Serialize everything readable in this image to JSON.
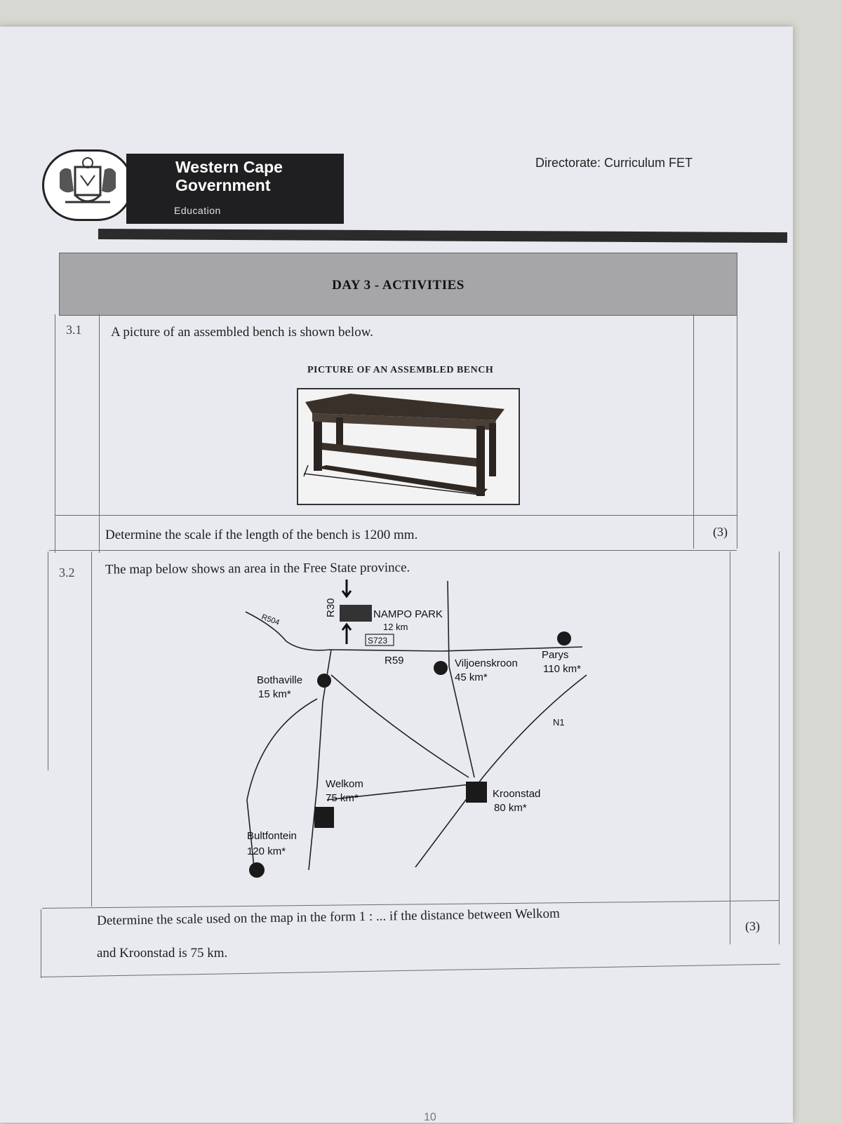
{
  "header": {
    "org_line1": "Western Cape",
    "org_line2": "Government",
    "department": "Education",
    "directorate": "Directorate: Curriculum FET"
  },
  "section_title": "DAY 3 - ACTIVITIES",
  "questions": [
    {
      "number": "3.1",
      "intro": "A picture of an assembled bench is shown below.",
      "figure_caption": "PICTURE OF AN ASSEMBLED BENCH",
      "task": "Determine the scale if the length of the bench is 1200 mm.",
      "marks": "(3)"
    },
    {
      "number": "3.2",
      "intro": "The map below shows an area in the Free State province.",
      "task_line1": "Determine the scale used on the map in the form 1 : ... if the distance between Welkom",
      "task_line2": "and Kroonstad is 75 km.",
      "marks": "(3)"
    }
  ],
  "map": {
    "roads": {
      "r504": "R504",
      "r30": "R30",
      "r59": "R59",
      "s723": "S723",
      "n1": "N1"
    },
    "places": [
      {
        "name": "NAMPO PARK",
        "distance": "12 km"
      },
      {
        "name": "Bothaville",
        "distance": "15 km*"
      },
      {
        "name": "Viljoenskroon",
        "distance": "45 km*"
      },
      {
        "name": "Parys",
        "distance": "110 km*"
      },
      {
        "name": "Welkom",
        "distance": "75 km*"
      },
      {
        "name": "Kroonstad",
        "distance": "80 km*"
      },
      {
        "name": "Bultfontein",
        "distance": "120 km*"
      }
    ]
  },
  "page_number": "10",
  "colors": {
    "title_band": "#a6a6a8",
    "logo_bar": "#1f1f21",
    "paper": "#e9eaef"
  }
}
